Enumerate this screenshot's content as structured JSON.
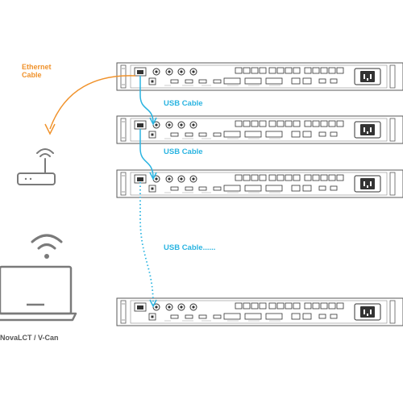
{
  "labels": {
    "ethernet_line1": "Ethernet",
    "ethernet_line2": "Cable",
    "usb1": "USB Cable",
    "usb2": "USB Cable",
    "usb3": "USB Cable......",
    "computer": "NovaLCT / V-Can"
  },
  "colors": {
    "ethernet": "#f0922b",
    "usb": "#2ab4e1",
    "outline": "#7a7a7a",
    "device_stroke": "#5a5a5a"
  },
  "icons": {
    "router": "router-icon",
    "wifi": "wifi-icon",
    "laptop": "laptop-icon",
    "device": "rack-device-icon",
    "power": "power-socket-icon"
  },
  "devices": [
    {
      "name": "rack-device-1"
    },
    {
      "name": "rack-device-2"
    },
    {
      "name": "rack-device-3"
    },
    {
      "name": "rack-device-4"
    }
  ]
}
